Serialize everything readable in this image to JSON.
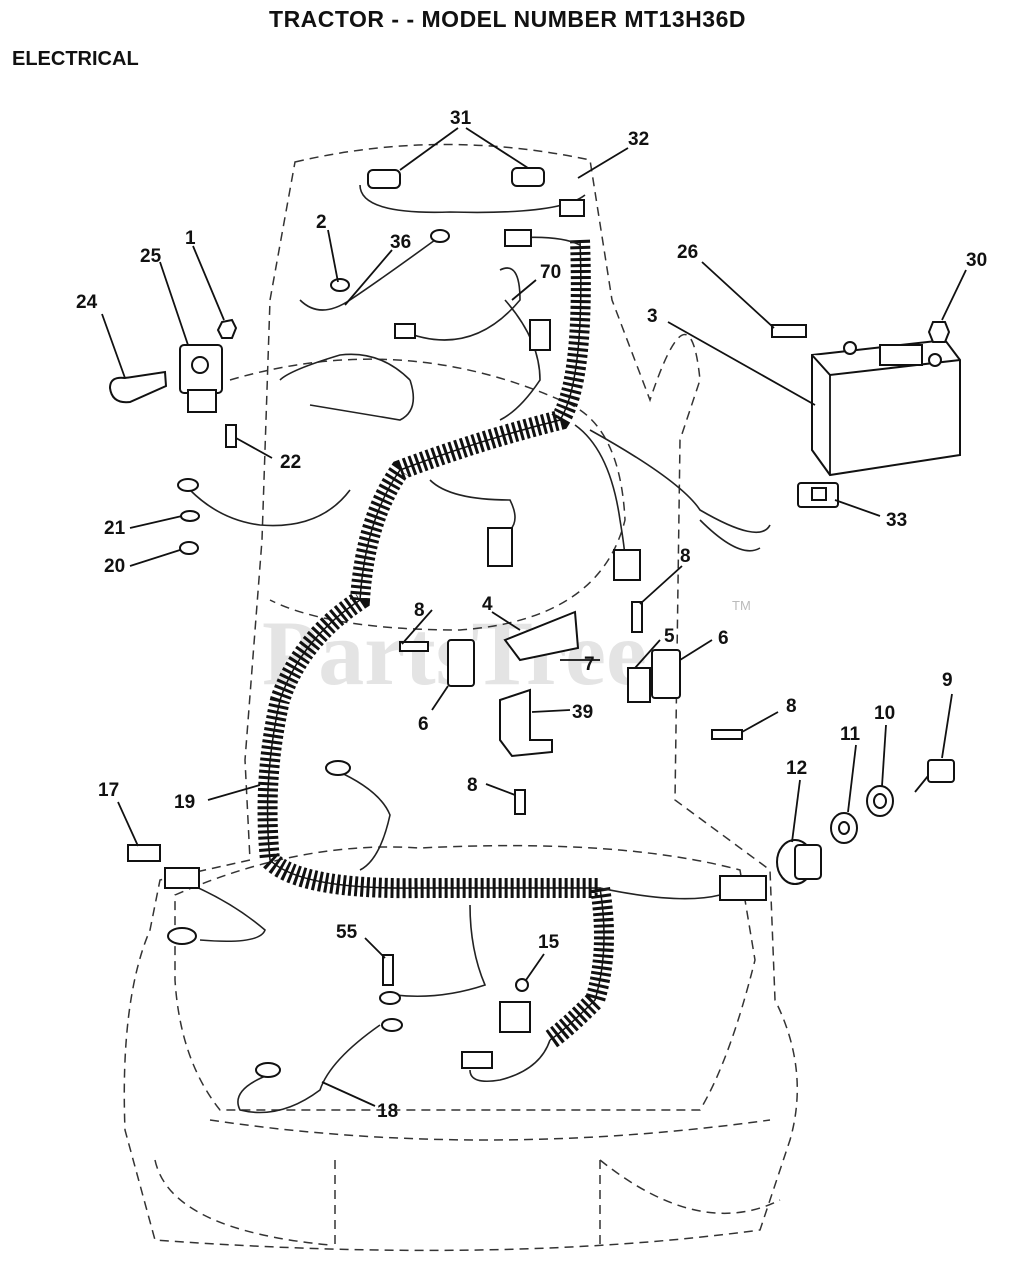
{
  "title": "TRACTOR - - MODEL NUMBER MT13H36D",
  "section": "ELECTRICAL",
  "watermark": "PartsTree",
  "watermark_tm": "TM",
  "callouts": {
    "c1": "1",
    "c2": "2",
    "c3": "3",
    "c4": "4",
    "c5": "5",
    "c6a": "6",
    "c6b": "6",
    "c7": "7",
    "c8a": "8",
    "c8b": "8",
    "c8c": "8",
    "c8d": "8",
    "c9": "9",
    "c10": "10",
    "c11": "11",
    "c12": "12",
    "c15": "15",
    "c17": "17",
    "c18": "18",
    "c19": "19",
    "c20": "20",
    "c21": "21",
    "c22": "22",
    "c24": "24",
    "c25": "25",
    "c26": "26",
    "c30": "30",
    "c31": "31",
    "c32": "32",
    "c33": "33",
    "c36": "36",
    "c39": "39",
    "c55": "55",
    "c70": "70"
  },
  "parts": {
    "battery": "battery-icon",
    "solenoid": "solenoid-icon",
    "ignition_switch": "ignition-switch-icon",
    "key": "key-icon",
    "wiring_harness": "coiled-harness-icon"
  }
}
